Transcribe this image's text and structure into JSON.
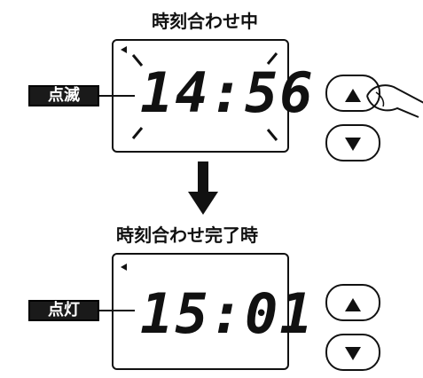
{
  "setting": {
    "title": "時刻合わせ中",
    "time": "14:56",
    "indicator_label": "点滅"
  },
  "done": {
    "title": "時刻合わせ完了時",
    "time": "15:01",
    "indicator_label": "点灯"
  },
  "buttons": {
    "up_icon": "triangle-up-icon",
    "down_icon": "triangle-down-icon"
  }
}
